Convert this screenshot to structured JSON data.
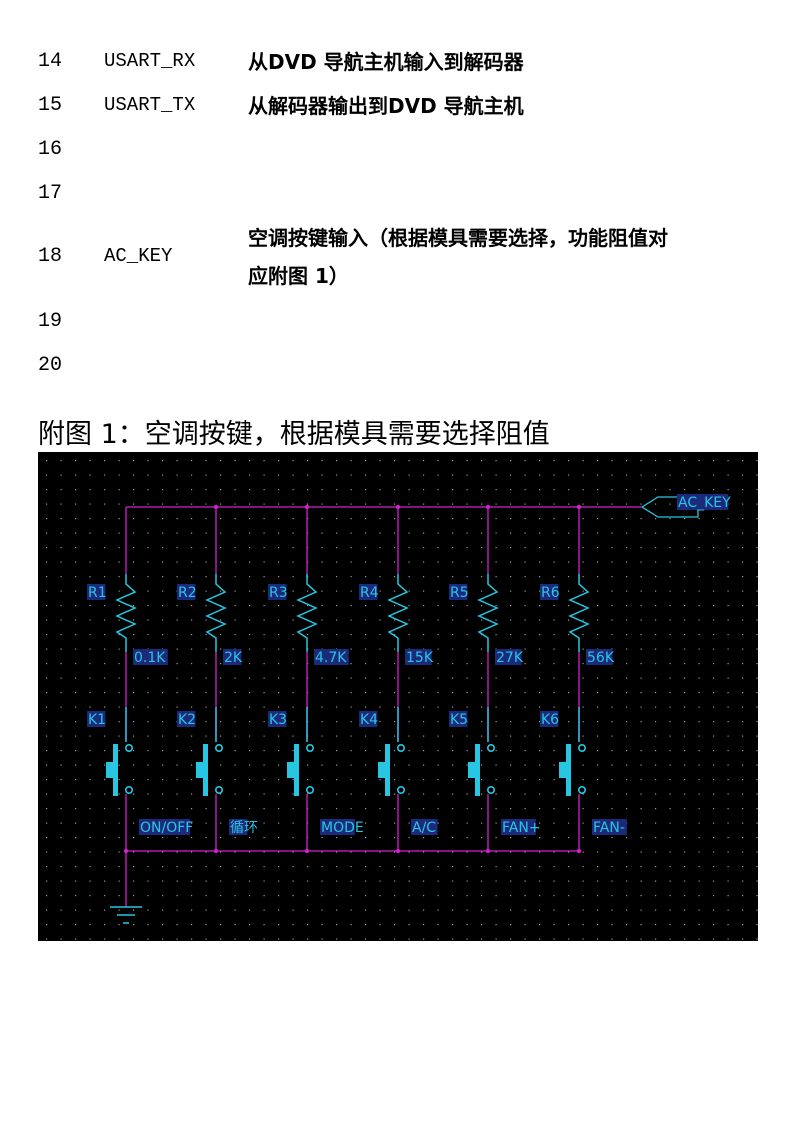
{
  "pins": [
    {
      "num": "14",
      "name": "USART_RX",
      "desc": "从DVD 导航主机输入到解码器"
    },
    {
      "num": "15",
      "name": "USART_TX",
      "desc": "从解码器输出到DVD 导航主机"
    },
    {
      "num": "16",
      "name": "",
      "desc": ""
    },
    {
      "num": "17",
      "name": "",
      "desc": ""
    },
    {
      "num": "18",
      "name": "AC_KEY",
      "desc": "空调按键输入（根据模具需要选择，功能阻值对",
      "desc2": "应附图 1）"
    },
    {
      "num": "19",
      "name": "",
      "desc": ""
    },
    {
      "num": "20",
      "name": "",
      "desc": ""
    }
  ],
  "figure_caption": "附图 1：空调按键，根据模具需要选择阻值",
  "schematic": {
    "net_label": "AC_KEY",
    "resistors": [
      {
        "ref": "R1",
        "value": "0.1K"
      },
      {
        "ref": "R2",
        "value": "2K"
      },
      {
        "ref": "R3",
        "value": "4.7K"
      },
      {
        "ref": "R4",
        "value": "15K"
      },
      {
        "ref": "R5",
        "value": "27K"
      },
      {
        "ref": "R6",
        "value": "56K"
      }
    ],
    "keys": [
      {
        "ref": "K1",
        "function": "ON/OFF"
      },
      {
        "ref": "K2",
        "function": "循环"
      },
      {
        "ref": "K3",
        "function": "MODE"
      },
      {
        "ref": "K4",
        "function": "A/C"
      },
      {
        "ref": "K5",
        "function": "FAN+"
      },
      {
        "ref": "K6",
        "function": "FAN-"
      }
    ],
    "colors": {
      "background": "#000000",
      "wire": "#d21fd2",
      "component": "#27c7e3",
      "label_bg": "#1c2a7c",
      "grid_dot": "#9a9a9a"
    }
  }
}
